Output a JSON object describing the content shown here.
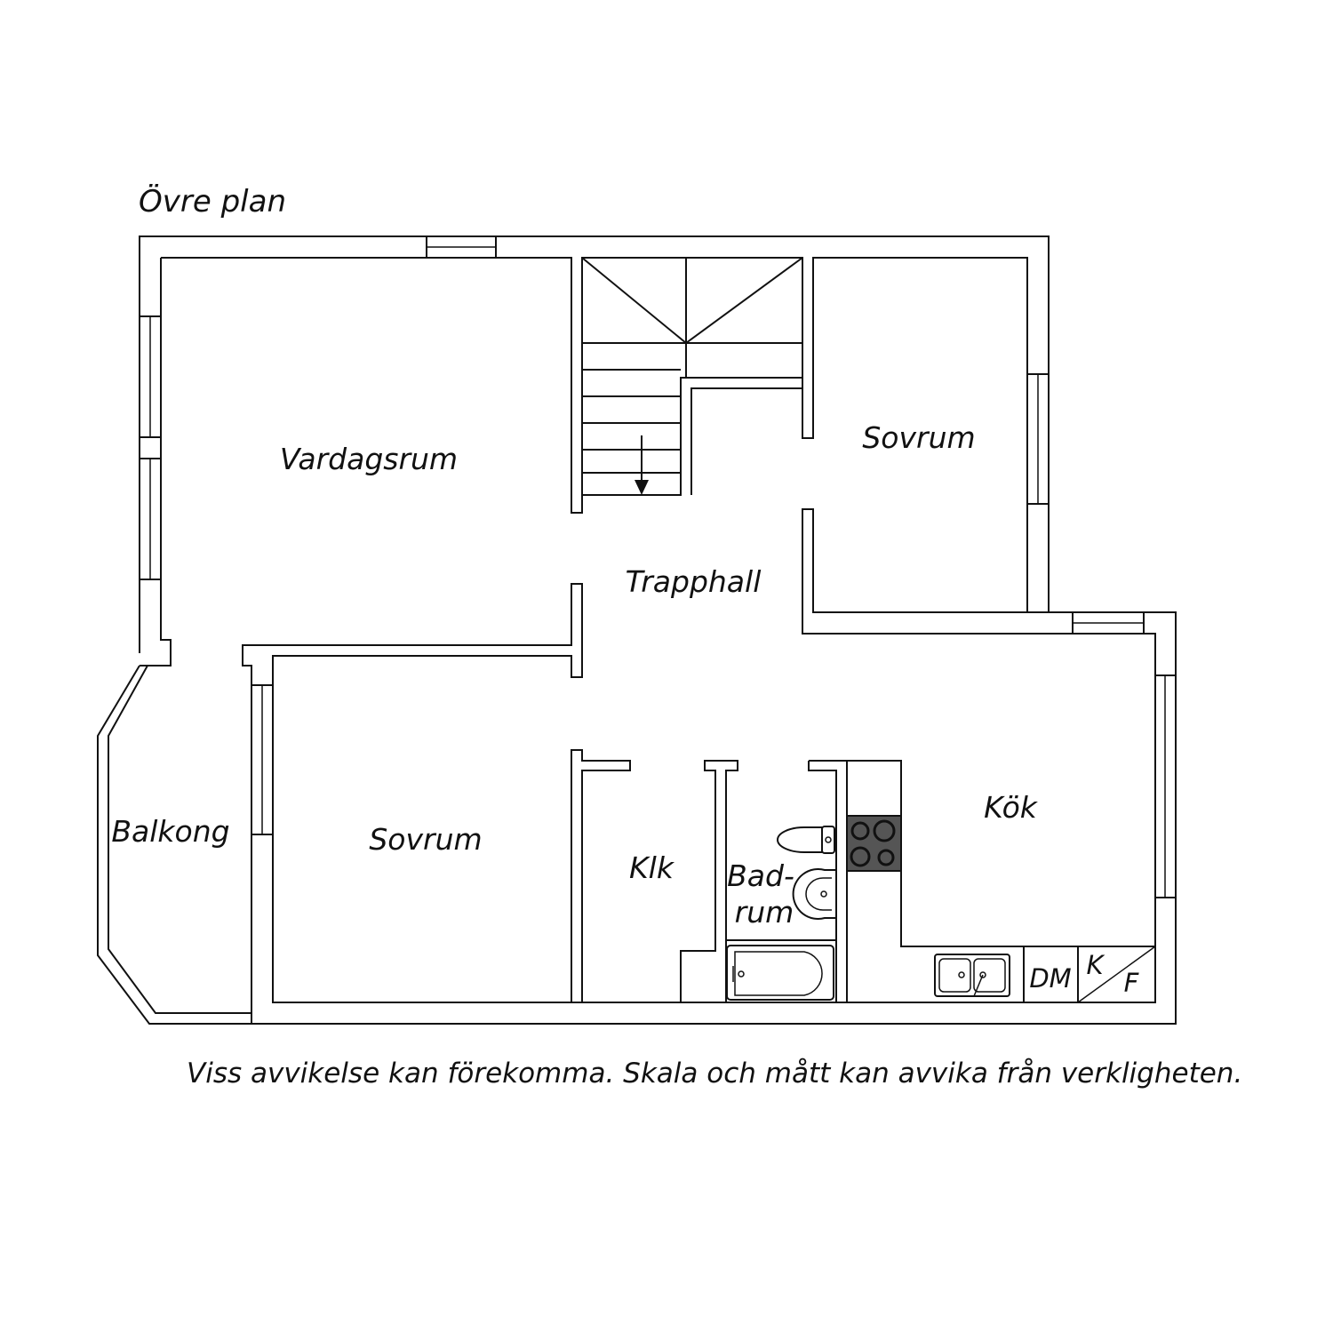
{
  "floor_title": "Övre plan",
  "disclaimer": "Viss avvikelse kan förekomma. Skala och mått kan avvika från verkligheten.",
  "rooms": {
    "vardagsrum": "Vardagsrum",
    "trapphall": "Trapphall",
    "sovrum_right": "Sovrum",
    "sovrum_left": "Sovrum",
    "balkong": "Balkong",
    "klk": "Klk",
    "badrum_line1": "Bad-",
    "badrum_line2": "rum",
    "kok": "Kök"
  },
  "appliances": {
    "dishwasher": "DM",
    "fridge": "K",
    "freezer": "F"
  }
}
